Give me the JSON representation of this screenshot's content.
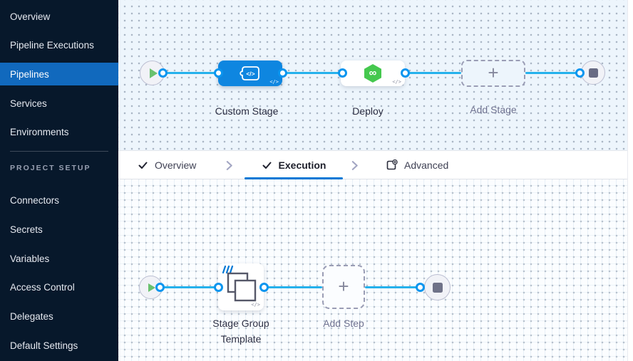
{
  "sidebar": {
    "items": [
      {
        "label": "Overview"
      },
      {
        "label": "Pipeline Executions"
      },
      {
        "label": "Pipelines"
      },
      {
        "label": "Services"
      },
      {
        "label": "Environments"
      }
    ],
    "selected_item": "Pipelines",
    "section_header": "PROJECT SETUP",
    "setup_items": [
      {
        "label": "Connectors"
      },
      {
        "label": "Secrets"
      },
      {
        "label": "Variables"
      },
      {
        "label": "Access Control"
      },
      {
        "label": "Delegates"
      },
      {
        "label": "Default Settings"
      }
    ]
  },
  "stage_graph": {
    "stages": [
      {
        "name": "Custom Stage",
        "type": "custom-stage"
      },
      {
        "name": "Deploy",
        "type": "deployment"
      }
    ],
    "add_stage_label": "Add Stage"
  },
  "tabs": {
    "items": [
      {
        "label": "Overview",
        "completed": true,
        "active": false
      },
      {
        "label": "Execution",
        "completed": true,
        "active": true
      },
      {
        "label": "Advanced",
        "completed": false,
        "active": false
      }
    ]
  },
  "execution_graph": {
    "template_name": "Stage Group Template",
    "add_step_label": "Add Step"
  },
  "glyphs": {
    "plus": "+",
    "deploy_infinity": "∞",
    "code": "</>"
  },
  "colors": {
    "sidebar_bg": "#07182b",
    "nav_selected": "#1169bd",
    "accent_blue": "#0278d5",
    "flow_line": "#25b1ec",
    "stage_node_blue": "#0e86e0",
    "deploy_green": "#45c84e",
    "play_green": "#69c16e"
  }
}
